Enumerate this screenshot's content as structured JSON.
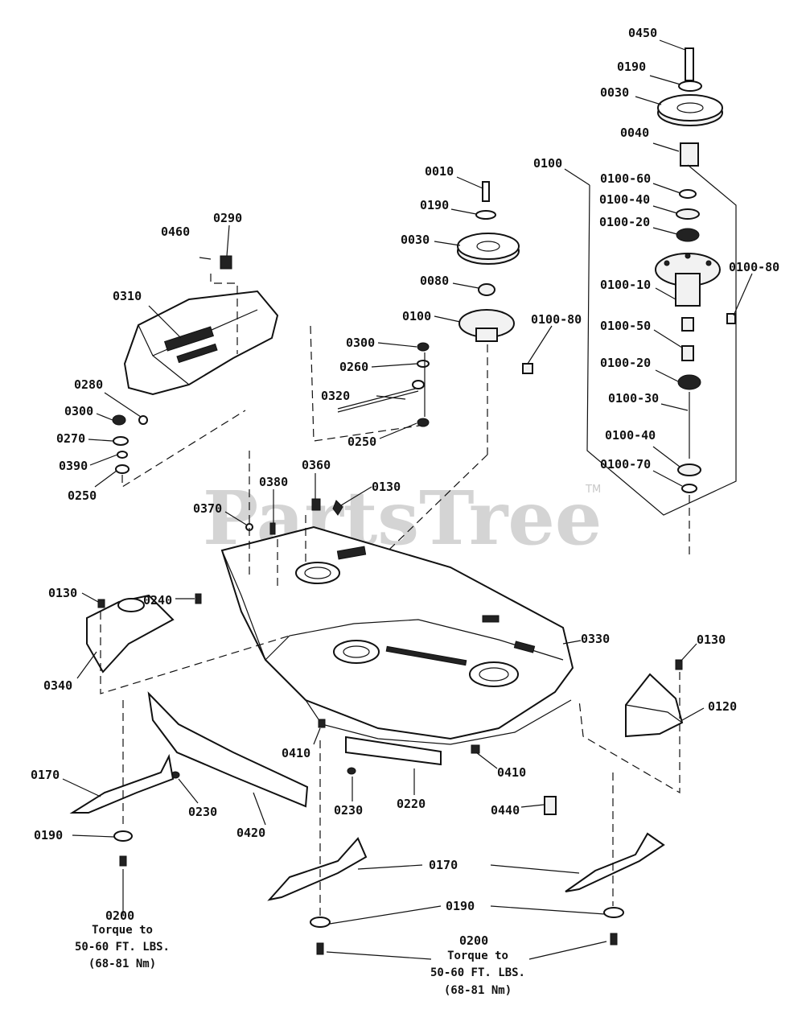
{
  "watermark": {
    "text": "PartsTree",
    "trademark": "TM"
  },
  "labels": {
    "l0450": "0450",
    "l0190_top": "0190",
    "l0030_right": "0030",
    "l0040": "0040",
    "l0100_right": "0100",
    "l0100_60": "0100-60",
    "l0100_40_top": "0100-40",
    "l0100_20_top": "0100-20",
    "l0100_80_right": "0100-80",
    "l0100_10": "0100-10",
    "l0100_50": "0100-50",
    "l0100_20_bottom": "0100-20",
    "l0100_30": "0100-30",
    "l0100_40_bottom": "0100-40",
    "l0100_70": "0100-70",
    "l0010": "0010",
    "l0190_mid": "0190",
    "l0030_mid": "0030",
    "l0080": "0080",
    "l0100_mid": "0100",
    "l0100_80_mid": "0100-80",
    "l0460": "0460",
    "l0290": "0290",
    "l0310": "0310",
    "l0280": "0280",
    "l0300_left": "0300",
    "l0270": "0270",
    "l0390": "0390",
    "l0250_left": "0250",
    "l0300_mid": "0300",
    "l0260": "0260",
    "l0320": "0320",
    "l0250_mid": "0250",
    "l0360": "0360",
    "l0380": "0380",
    "l0130_top": "0130",
    "l0370": "0370",
    "l0130_left": "0130",
    "l0240": "0240",
    "l0340": "0340",
    "l0330": "0330",
    "l0130_right": "0130",
    "l0120": "0120",
    "l0410_left": "0410",
    "l0410_right": "0410",
    "l0170_left": "0170",
    "l0230_left": "0230",
    "l0420": "0420",
    "l0230_mid": "0230",
    "l0220": "0220",
    "l0440": "0440",
    "l0190_left": "0190",
    "l0170_bottom": "0170",
    "l0190_bottom": "0190",
    "l0200_left": "0200",
    "l0200_right": "0200"
  },
  "torque_note_left": [
    "Torque to",
    "50-60 FT. LBS.",
    "(68-81 Nm)"
  ],
  "torque_note_right": [
    "Torque to",
    "50-60 FT. LBS.",
    "(68-81 Nm)"
  ]
}
